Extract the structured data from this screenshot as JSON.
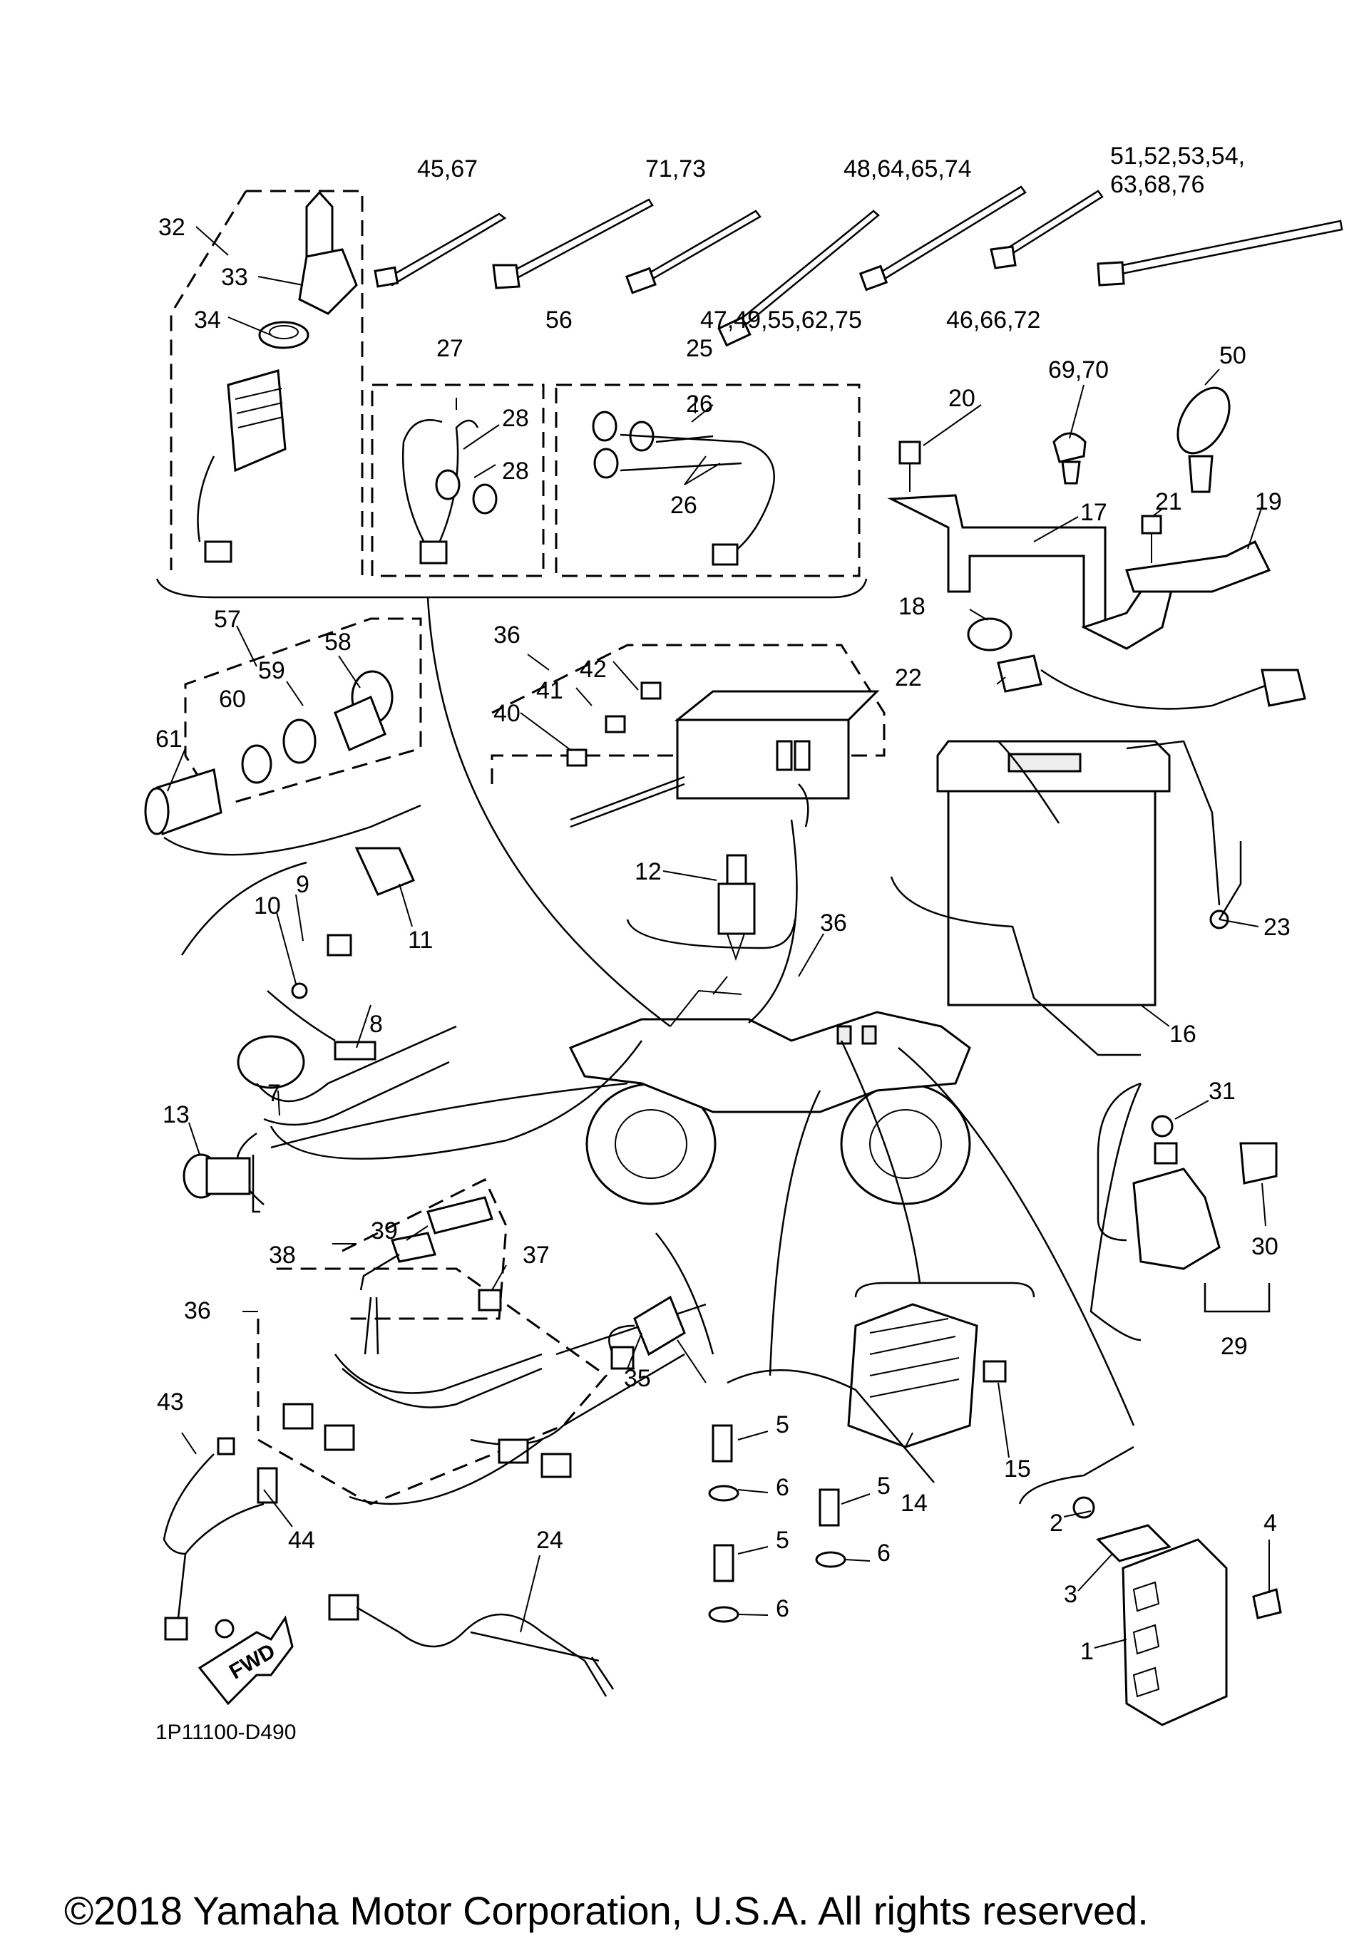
{
  "diagram": {
    "labels": {
      "c45_67": "45,67",
      "c71_73": "71,73",
      "c48_64_65_74": "48,64,65,74",
      "c51_54": "51,52,53,54,",
      "c63_68_76": "63,68,76",
      "c56": "56",
      "c47_75": "47,49,55,62,75",
      "c46_66_72": "46,66,72",
      "p32": "32",
      "p33": "33",
      "p34": "34",
      "p27": "27",
      "p28a": "28",
      "p28b": "28",
      "p25": "25",
      "p26a": "26",
      "p26b": "26",
      "p69_70": "69,70",
      "p50": "50",
      "p20": "20",
      "p21": "21",
      "p19": "19",
      "p17": "17",
      "p18": "18",
      "p22": "22",
      "p57": "57",
      "p58": "58",
      "p59": "59",
      "p60": "60",
      "p61": "61",
      "p36a": "36",
      "p42": "42",
      "p41": "41",
      "p40": "40",
      "p12": "12",
      "p36b": "36",
      "p23": "23",
      "p16": "16",
      "p9": "9",
      "p10": "10",
      "p11": "11",
      "p8": "8",
      "p7": "7",
      "p13": "13",
      "p31": "31",
      "p30": "30",
      "p29": "29",
      "p39": "39",
      "p38": "38",
      "p37": "37",
      "p36c": "36",
      "p35": "35",
      "p43": "43",
      "p44": "44",
      "p14": "14",
      "p15": "15",
      "p5a": "5",
      "p6a": "6",
      "p5b": "5",
      "p6b": "6",
      "p5c": "5",
      "p6c": "6",
      "p24": "24",
      "p2": "2",
      "p3": "3",
      "p1": "1",
      "p4": "4"
    },
    "fwd_text": "FWD",
    "drawing_code": "1P11100-D490",
    "copyright": "©2018 Yamaha Motor Corporation, U.S.A. All rights reserved."
  }
}
